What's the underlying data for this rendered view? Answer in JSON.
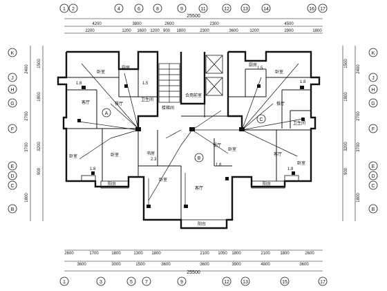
{
  "overall_dim": "25500",
  "axes_top": [
    "1",
    "2",
    "4",
    "6",
    "8",
    "9",
    "11",
    "12",
    "13",
    "14",
    "16",
    "17"
  ],
  "axes_bottom": [
    "1",
    "3",
    "5",
    "7",
    "9",
    "12",
    "13",
    "15",
    "17"
  ],
  "axes_rows": [
    "K",
    "J",
    "H",
    "G",
    "F",
    "E",
    "D",
    "C",
    "B"
  ],
  "dims_top_row1": [
    "4200",
    "3800",
    "2600",
    "2300",
    "4500"
  ],
  "dims_top_row2": [
    "2200",
    "1200",
    "1600",
    "1200",
    "900",
    "1800",
    "2300",
    "3600",
    "1200",
    "2900",
    "1800"
  ],
  "dims_bottom_row1": [
    "2600",
    "1700",
    "1800",
    "1300",
    "1800",
    "2100",
    "1050",
    "1800",
    "2100",
    "1800",
    "2600"
  ],
  "dims_bottom_row2": [
    "3600",
    "3000",
    "1500",
    "3600",
    "3600",
    "3900",
    "4800",
    "3600"
  ],
  "dims_left": [
    "2400",
    "1500",
    "1800",
    "2700",
    "3700",
    "900",
    "3200",
    "1800"
  ],
  "dims_right": [
    "2400",
    "1500",
    "1800",
    "2700",
    "3700",
    "900",
    "3200",
    "1800"
  ],
  "room_labels": {
    "bedroom": "卧室",
    "living": "客厅",
    "dining": "餐厅",
    "kitchen": "厨房",
    "bath": "卫生间",
    "balcony": "阳台",
    "stair": "楼梯间",
    "elevator": "合用前室",
    "study": "书房"
  },
  "heights": [
    "1.8",
    "1.5",
    "2.3",
    "1.8"
  ],
  "markers": [
    "A",
    "B",
    "C"
  ]
}
